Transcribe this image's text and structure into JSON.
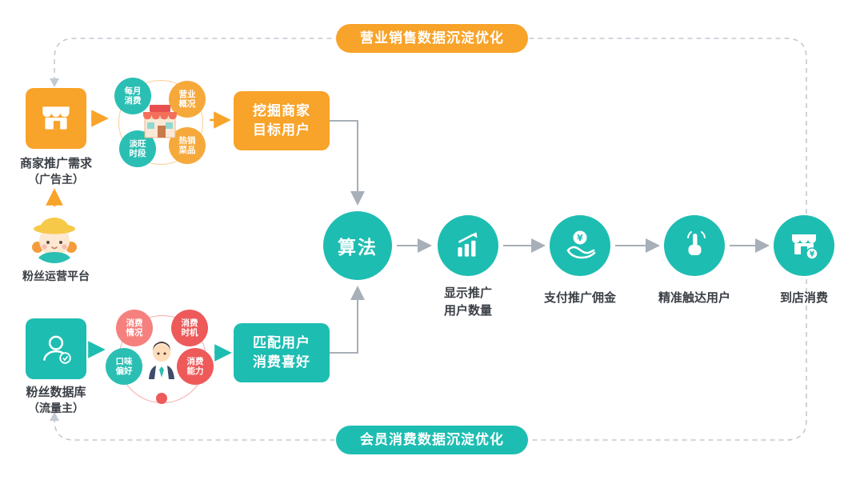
{
  "colors": {
    "orange": "#F8A329",
    "teal": "#1EBDB2",
    "red": "#EE5A5A",
    "pink": "#F5807E",
    "line_gray": "#A7AFB8",
    "dash_gray": "#C3CAD2"
  },
  "banners": {
    "top": "营业销售数据沉淀优化",
    "bottom": "会员消费数据沉淀优化"
  },
  "left_column": {
    "merchant_label1": "商家推广需求",
    "merchant_label2": "（广告主）",
    "platform_label": "粉丝运营平台",
    "fans_label1": "粉丝数据库",
    "fans_label2": "（流量主）"
  },
  "merchant_cluster": {
    "bubbles": [
      {
        "text": "每月消费"
      },
      {
        "text": "营业概况"
      },
      {
        "text": "淡旺时段"
      },
      {
        "text": "热销菜品"
      }
    ]
  },
  "user_cluster": {
    "bubbles": [
      {
        "text": "消费情况"
      },
      {
        "text": "消费时机"
      },
      {
        "text": "口味偏好"
      },
      {
        "text": "消费能力"
      }
    ]
  },
  "process_boxes": {
    "mine_line1": "挖掘商家",
    "mine_line2": "目标用户",
    "match_line1": "匹配用户",
    "match_line2": "消费喜好"
  },
  "flow": {
    "algorithm": "算法",
    "steps": [
      {
        "label1": "显示推广",
        "label2": "用户数量"
      },
      {
        "label1": "支付推广佣金"
      },
      {
        "label1": "精准触达用户"
      },
      {
        "label1": "到店消费"
      }
    ]
  }
}
